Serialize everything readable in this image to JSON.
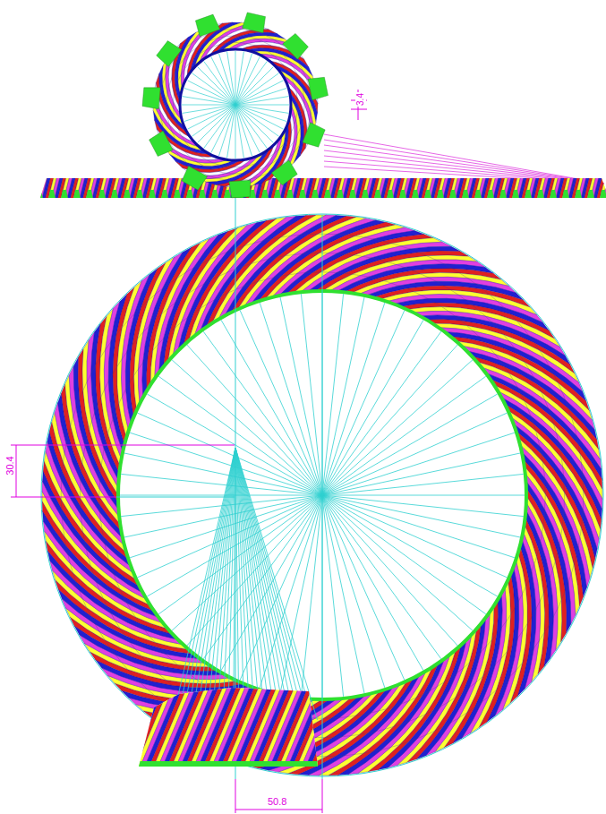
{
  "diagram": {
    "labels": [
      "3.4",
      "30.4",
      "50.8"
    ]
  }
}
